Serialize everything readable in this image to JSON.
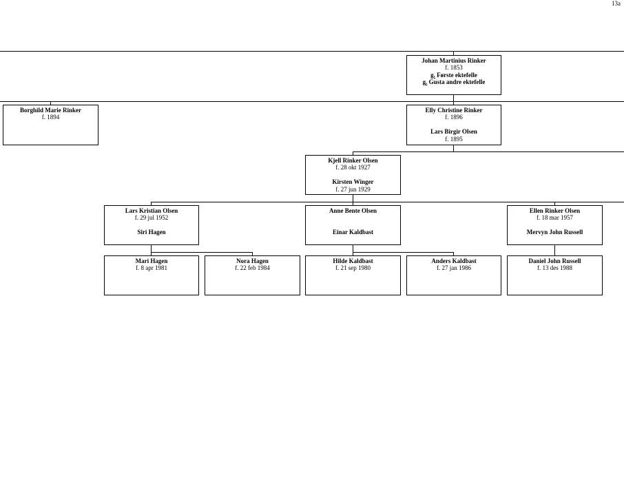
{
  "page_number": "13a",
  "people": {
    "johan": {
      "name": "Johan Martinius Rinker",
      "born": "f. 1853",
      "marriages": [
        {
          "prefix": "g.",
          "text": "Første ektefelle"
        },
        {
          "prefix": "g.",
          "text": "Gusta andre ektefelle"
        }
      ]
    },
    "borghild": {
      "name": "Borghild Marie Rinker",
      "born": "f. 1894"
    },
    "elly": {
      "name": "Elly Christine Rinker",
      "born": "f. 1896",
      "spouse": "Lars Birgir Olsen",
      "spouse_born": "f. 1895"
    },
    "kjell": {
      "name": "Kjell Rinker Olsen",
      "born": "f. 28 okt 1927",
      "spouse": "Kirsten Winger",
      "spouse_born": "f. 27 jun 1929"
    },
    "lars": {
      "name": "Lars Kristian Olsen",
      "born": "f. 29 jul 1952",
      "spouse": "Siri Hagen"
    },
    "anne": {
      "name": "Anne Bente Olsen",
      "spouse": "Einar Kaldbast"
    },
    "ellen": {
      "name": "Ellen Rinker Olsen",
      "born": "f. 18 mar 1957",
      "spouse": "Mervyn John Russell"
    },
    "mari": {
      "name": "Mari Hagen",
      "born": "f. 8 apr 1981"
    },
    "nora": {
      "name": "Nora Hagen",
      "born": "f. 22 feb 1984"
    },
    "hilde": {
      "name": "Hilde Kaldbast",
      "born": "f. 21 sep 1980"
    },
    "anders": {
      "name": "Anders Kaldbast",
      "born": "f. 27 jan 1986"
    },
    "daniel": {
      "name": "Daniel John Russell",
      "born": "f. 13 des 1988"
    }
  }
}
